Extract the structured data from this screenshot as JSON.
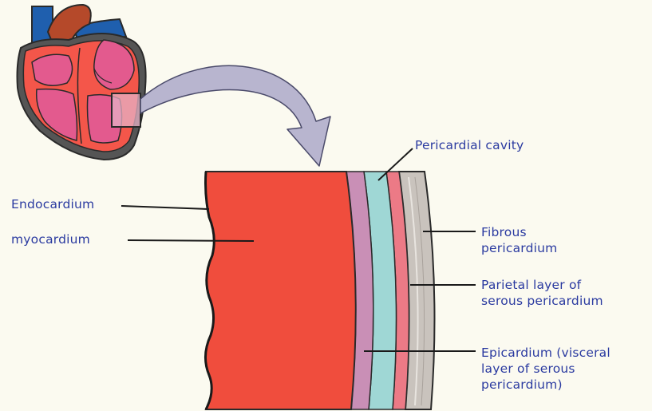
{
  "labels": {
    "endocardium": "Endocardium",
    "myocardium": "myocardium",
    "pericardial_cavity": "Pericardial cavity",
    "fibrous_1": "Fibrous",
    "fibrous_2": "pericardium",
    "parietal_1": "Parietal layer of",
    "parietal_2": "serous pericardium",
    "epicardium_1": "Epicardium (visceral",
    "epicardium_2": "layer of serous",
    "epicardium_3": "pericardium)"
  },
  "colors": {
    "background": "#fbfaf0",
    "label_text": "#2a3aa0",
    "myocardium": "#f04d3d",
    "visceral_layer": "#c98fb6",
    "pericardial_cavity": "#9fd7d5",
    "parietal_layer": "#ec7a86",
    "fibrous_layer": "#c9c3bd",
    "heart_muscle": "#f4564a",
    "heart_chamber": "#e35a8e",
    "vessel_blue": "#1f5fae",
    "aorta": "#b5492a",
    "arrow": "#b8b5cf"
  }
}
